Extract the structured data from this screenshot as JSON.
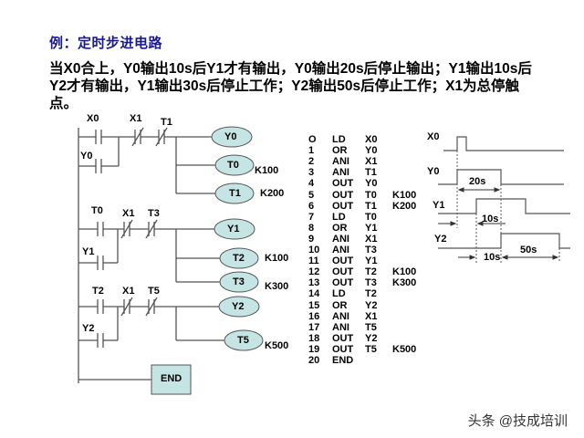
{
  "title": "例：定时步进电路",
  "description": "当X0合上，Y0输出10s后Y1才有输出，Y0输出20s后停止输出；Y1输出10s后Y2才有输出，Y1输出30s后停止工作；Y2输出50s后停止工作；X1为总停触点。",
  "colors": {
    "coil_fill": "#c5e4e4",
    "title": "#1a1a8c",
    "line": "#555555"
  },
  "ladder": {
    "rung1": {
      "contacts": [
        "X0",
        "X1",
        "T1"
      ],
      "parallel": "Y0",
      "coils": [
        {
          "name": "Y0",
          "k": ""
        },
        {
          "name": "T0",
          "k": "K100"
        },
        {
          "name": "T1",
          "k": "K200"
        }
      ]
    },
    "rung2": {
      "contacts": [
        "T0",
        "X1",
        "T3"
      ],
      "parallel": "Y1",
      "coils": [
        {
          "name": "Y1",
          "k": ""
        },
        {
          "name": "T2",
          "k": "K100"
        },
        {
          "name": "T3",
          "k": "K300"
        }
      ]
    },
    "rung3": {
      "contacts": [
        "T2",
        "X1",
        "T5"
      ],
      "parallel": "Y2",
      "coils": [
        {
          "name": "Y2",
          "k": ""
        },
        {
          "name": "T5",
          "k": "K500"
        }
      ]
    },
    "end": "END"
  },
  "instructions": [
    [
      "O",
      "LD",
      "X0",
      ""
    ],
    [
      "1",
      "OR",
      "Y0",
      ""
    ],
    [
      "2",
      "ANI",
      "X1",
      ""
    ],
    [
      "3",
      "ANI",
      "T1",
      ""
    ],
    [
      "4",
      "OUT",
      "Y0",
      ""
    ],
    [
      "5",
      "OUT",
      "T0",
      "K100"
    ],
    [
      "6",
      "OUT",
      "T1",
      "K200"
    ],
    [
      "7",
      "LD",
      "T0",
      ""
    ],
    [
      "8",
      "OR",
      "Y1",
      ""
    ],
    [
      "9",
      "ANI",
      "X1",
      ""
    ],
    [
      "10",
      "ANI",
      "T3",
      ""
    ],
    [
      "11",
      "OUT",
      "Y1",
      ""
    ],
    [
      "12",
      "OUT",
      "T2",
      "K100"
    ],
    [
      "13",
      "OUT",
      "T3",
      "K300"
    ],
    [
      "14",
      "LD",
      "T2",
      ""
    ],
    [
      "15",
      "OR",
      "Y2",
      ""
    ],
    [
      "16",
      "ANI",
      "X1",
      ""
    ],
    [
      "17",
      "ANI",
      "T5",
      ""
    ],
    [
      "18",
      "OUT",
      "Y2",
      ""
    ],
    [
      "19",
      "OUT",
      "T5",
      "K500"
    ],
    [
      "20",
      "END",
      "",
      ""
    ]
  ],
  "timing": {
    "signals": [
      "X0",
      "Y0",
      "Y1",
      "Y2"
    ],
    "labels": {
      "y0_on": "20s",
      "y1_delay": "10s",
      "y2_delay": "10s",
      "y2_on": "50s"
    }
  },
  "watermark": "头条 @技成培训"
}
